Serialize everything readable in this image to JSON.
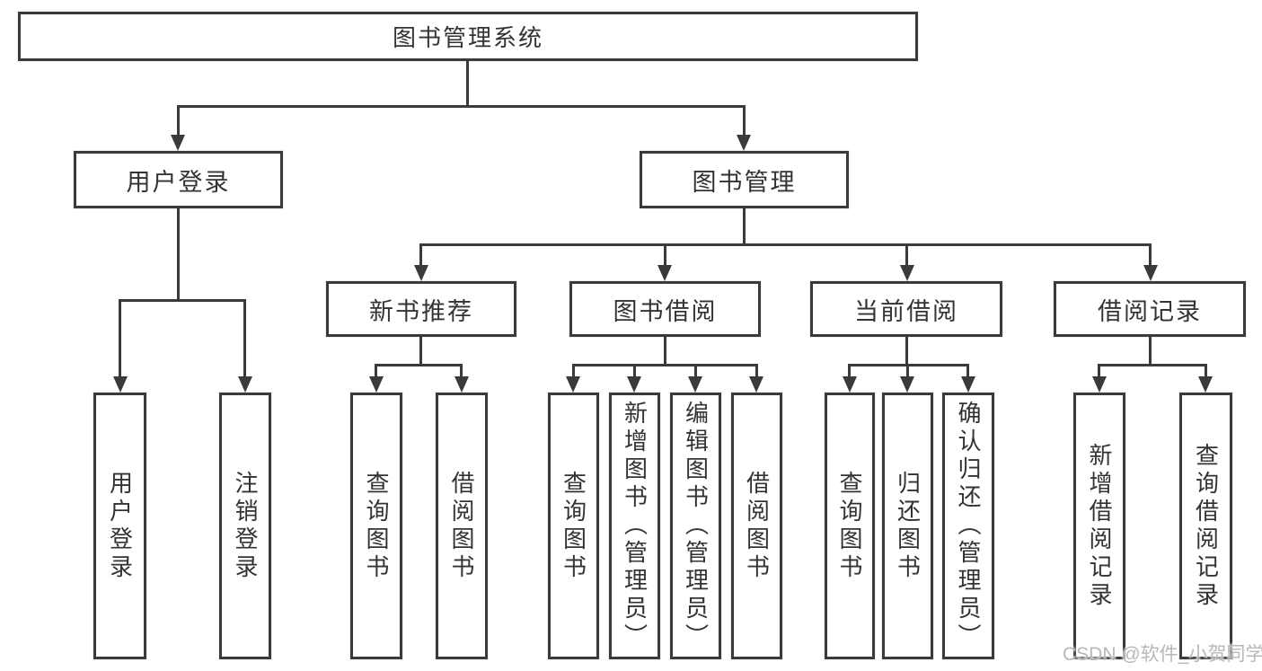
{
  "diagram": {
    "root": "图书管理系统",
    "branches": [
      {
        "label": "用户登录",
        "leaves": [
          "用户登录",
          "注销登录"
        ]
      },
      {
        "label": "图书管理",
        "sections": [
          {
            "label": "新书推荐",
            "leaves": [
              "查询图书",
              "借阅图书"
            ]
          },
          {
            "label": "图书借阅",
            "leaves": [
              "查询图书",
              "新增图书（管理员）",
              "编辑图书（管理员）",
              "借阅图书"
            ]
          },
          {
            "label": "当前借阅",
            "leaves": [
              "查询图书",
              "归还图书",
              "确认归还（管理员）"
            ]
          },
          {
            "label": "借阅记录",
            "leaves": [
              "新增借阅记录",
              "查询借阅记录"
            ]
          }
        ]
      }
    ]
  },
  "watermark": "CSDN @软件_小贺同学",
  "colors": {
    "line": "#3a3a3a",
    "text": "#333333",
    "background": "#ffffff",
    "watermark": "#b8b8b8"
  }
}
